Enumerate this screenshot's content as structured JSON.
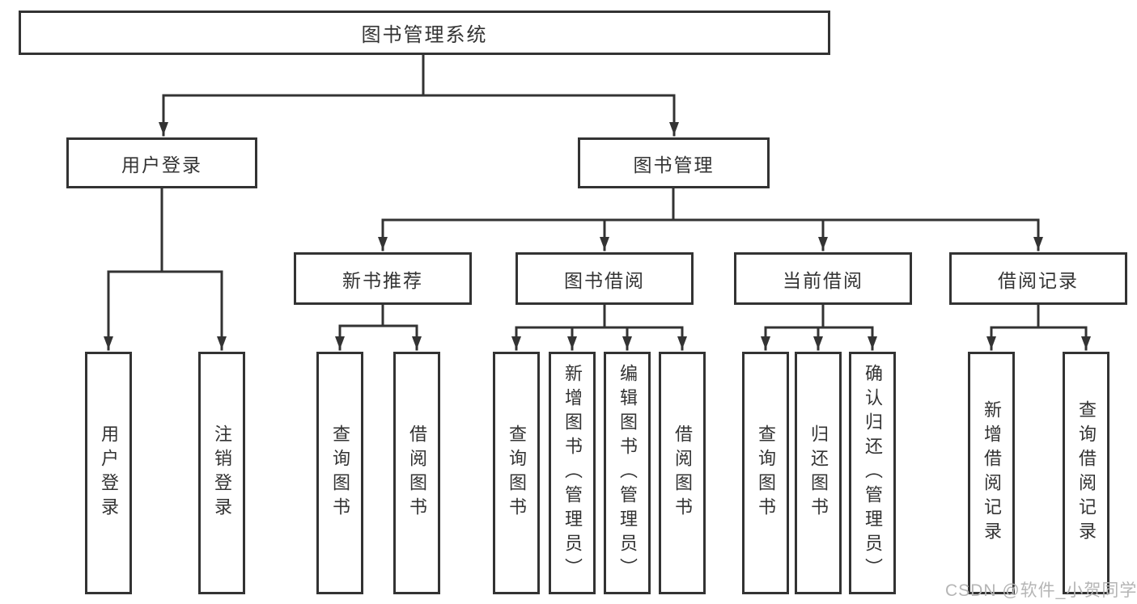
{
  "diagram": {
    "nodes": {
      "root": {
        "label": "图书管理系统"
      },
      "level2": [
        {
          "label": "用户登录"
        },
        {
          "label": "图书管理"
        }
      ],
      "level3": [
        {
          "label": "新书推荐"
        },
        {
          "label": "图书借阅"
        },
        {
          "label": "当前借阅"
        },
        {
          "label": "借阅记录"
        }
      ],
      "leaves_user_login": [
        {
          "label": "用户登录"
        },
        {
          "label": "注销登录"
        }
      ],
      "leaves_new_book": [
        {
          "label": "查询图书"
        },
        {
          "label": "借阅图书"
        }
      ],
      "leaves_book_borrow": [
        {
          "label": "查询图书"
        },
        {
          "label": "新增图书（管理员）"
        },
        {
          "label": "编辑图书（管理员）"
        },
        {
          "label": "借阅图书"
        }
      ],
      "leaves_current_borrow": [
        {
          "label": "查询图书"
        },
        {
          "label": "归还图书"
        },
        {
          "label": "确认归还（管理员）"
        }
      ],
      "leaves_borrow_record": [
        {
          "label": "新增借阅记录"
        },
        {
          "label": "查询借阅记录"
        }
      ]
    },
    "watermark": "CSDN @软件_小贺同学",
    "colors": {
      "line": "#333333",
      "box_border": "#333333",
      "text": "#333333",
      "watermark": "#b5b5b5",
      "background": "#ffffff"
    }
  }
}
